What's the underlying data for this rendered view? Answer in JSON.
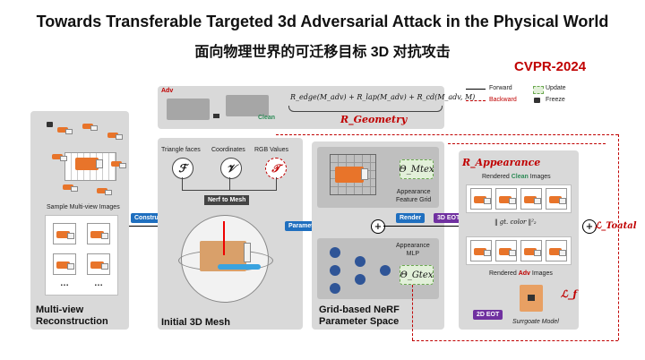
{
  "title_en": "Towards Transferable Targeted 3d Adversarial Attack in the Physical World",
  "title_cn": "面向物理世界的可迁移目标 3D 对抗攻击",
  "venue": "CVPR-2024",
  "legend": {
    "forward": "Forward",
    "backward": "Backward",
    "update": "Update",
    "freeze": "Freeze"
  },
  "geometry": {
    "adv": "Adv",
    "clean": "Clean",
    "loss_terms": "R_edge(M_adv) + R_lap(M_adv) + R_cd(M_adv, M)",
    "r": "R_Geometry"
  },
  "recon": {
    "sample_label": "Sample Multi-view Images",
    "dots1": "…",
    "dots2": "…",
    "title_line1": "Multi-view",
    "title_line2": "Reconstruction"
  },
  "construction": "Construction",
  "mesh": {
    "tri": "Triangle faces",
    "coord": "Coordinates",
    "rgb": "RGB Values",
    "sym_f": "ℱ",
    "sym_v": "𝒱",
    "sym_t": "𝒯",
    "nerf_to_mesh": "Nerf to Mesh",
    "title": "Initial 3D Mesh"
  },
  "parametric": "Parametric",
  "nerf": {
    "grid_label_1": "Appearance",
    "grid_label_2": "Feature Grid",
    "theta_m": "Θ_Mtex",
    "mlp_label_1": "Appearance",
    "mlp_label_2": "MLP",
    "theta_g": "Θ_Gtex",
    "title_line1": "Grid-based NeRF",
    "title_line2": "Parameter Space"
  },
  "render": "Render",
  "eot3d": "3D EOT",
  "appearance": {
    "r": "R_Appearance",
    "clean_prefix": "Rendered ",
    "clean_word": "Clean",
    "clean_suffix": " Images",
    "adv_prefix": "Rendered ",
    "adv_word": "Adv",
    "adv_suffix": " Images",
    "dist": "‖ gt. color ‖²₂",
    "lf": "ℒ_f",
    "eot2d": "2D EOT",
    "surrogate": "Surrgoate Model"
  },
  "total": "ℒ_Toatal",
  "colors": {
    "blue": "#1f6fbf",
    "purple": "#7030a0",
    "red": "#c00000",
    "orange": "#e8742a",
    "green": "#2e8b57",
    "panel": "#d9d9d9"
  }
}
